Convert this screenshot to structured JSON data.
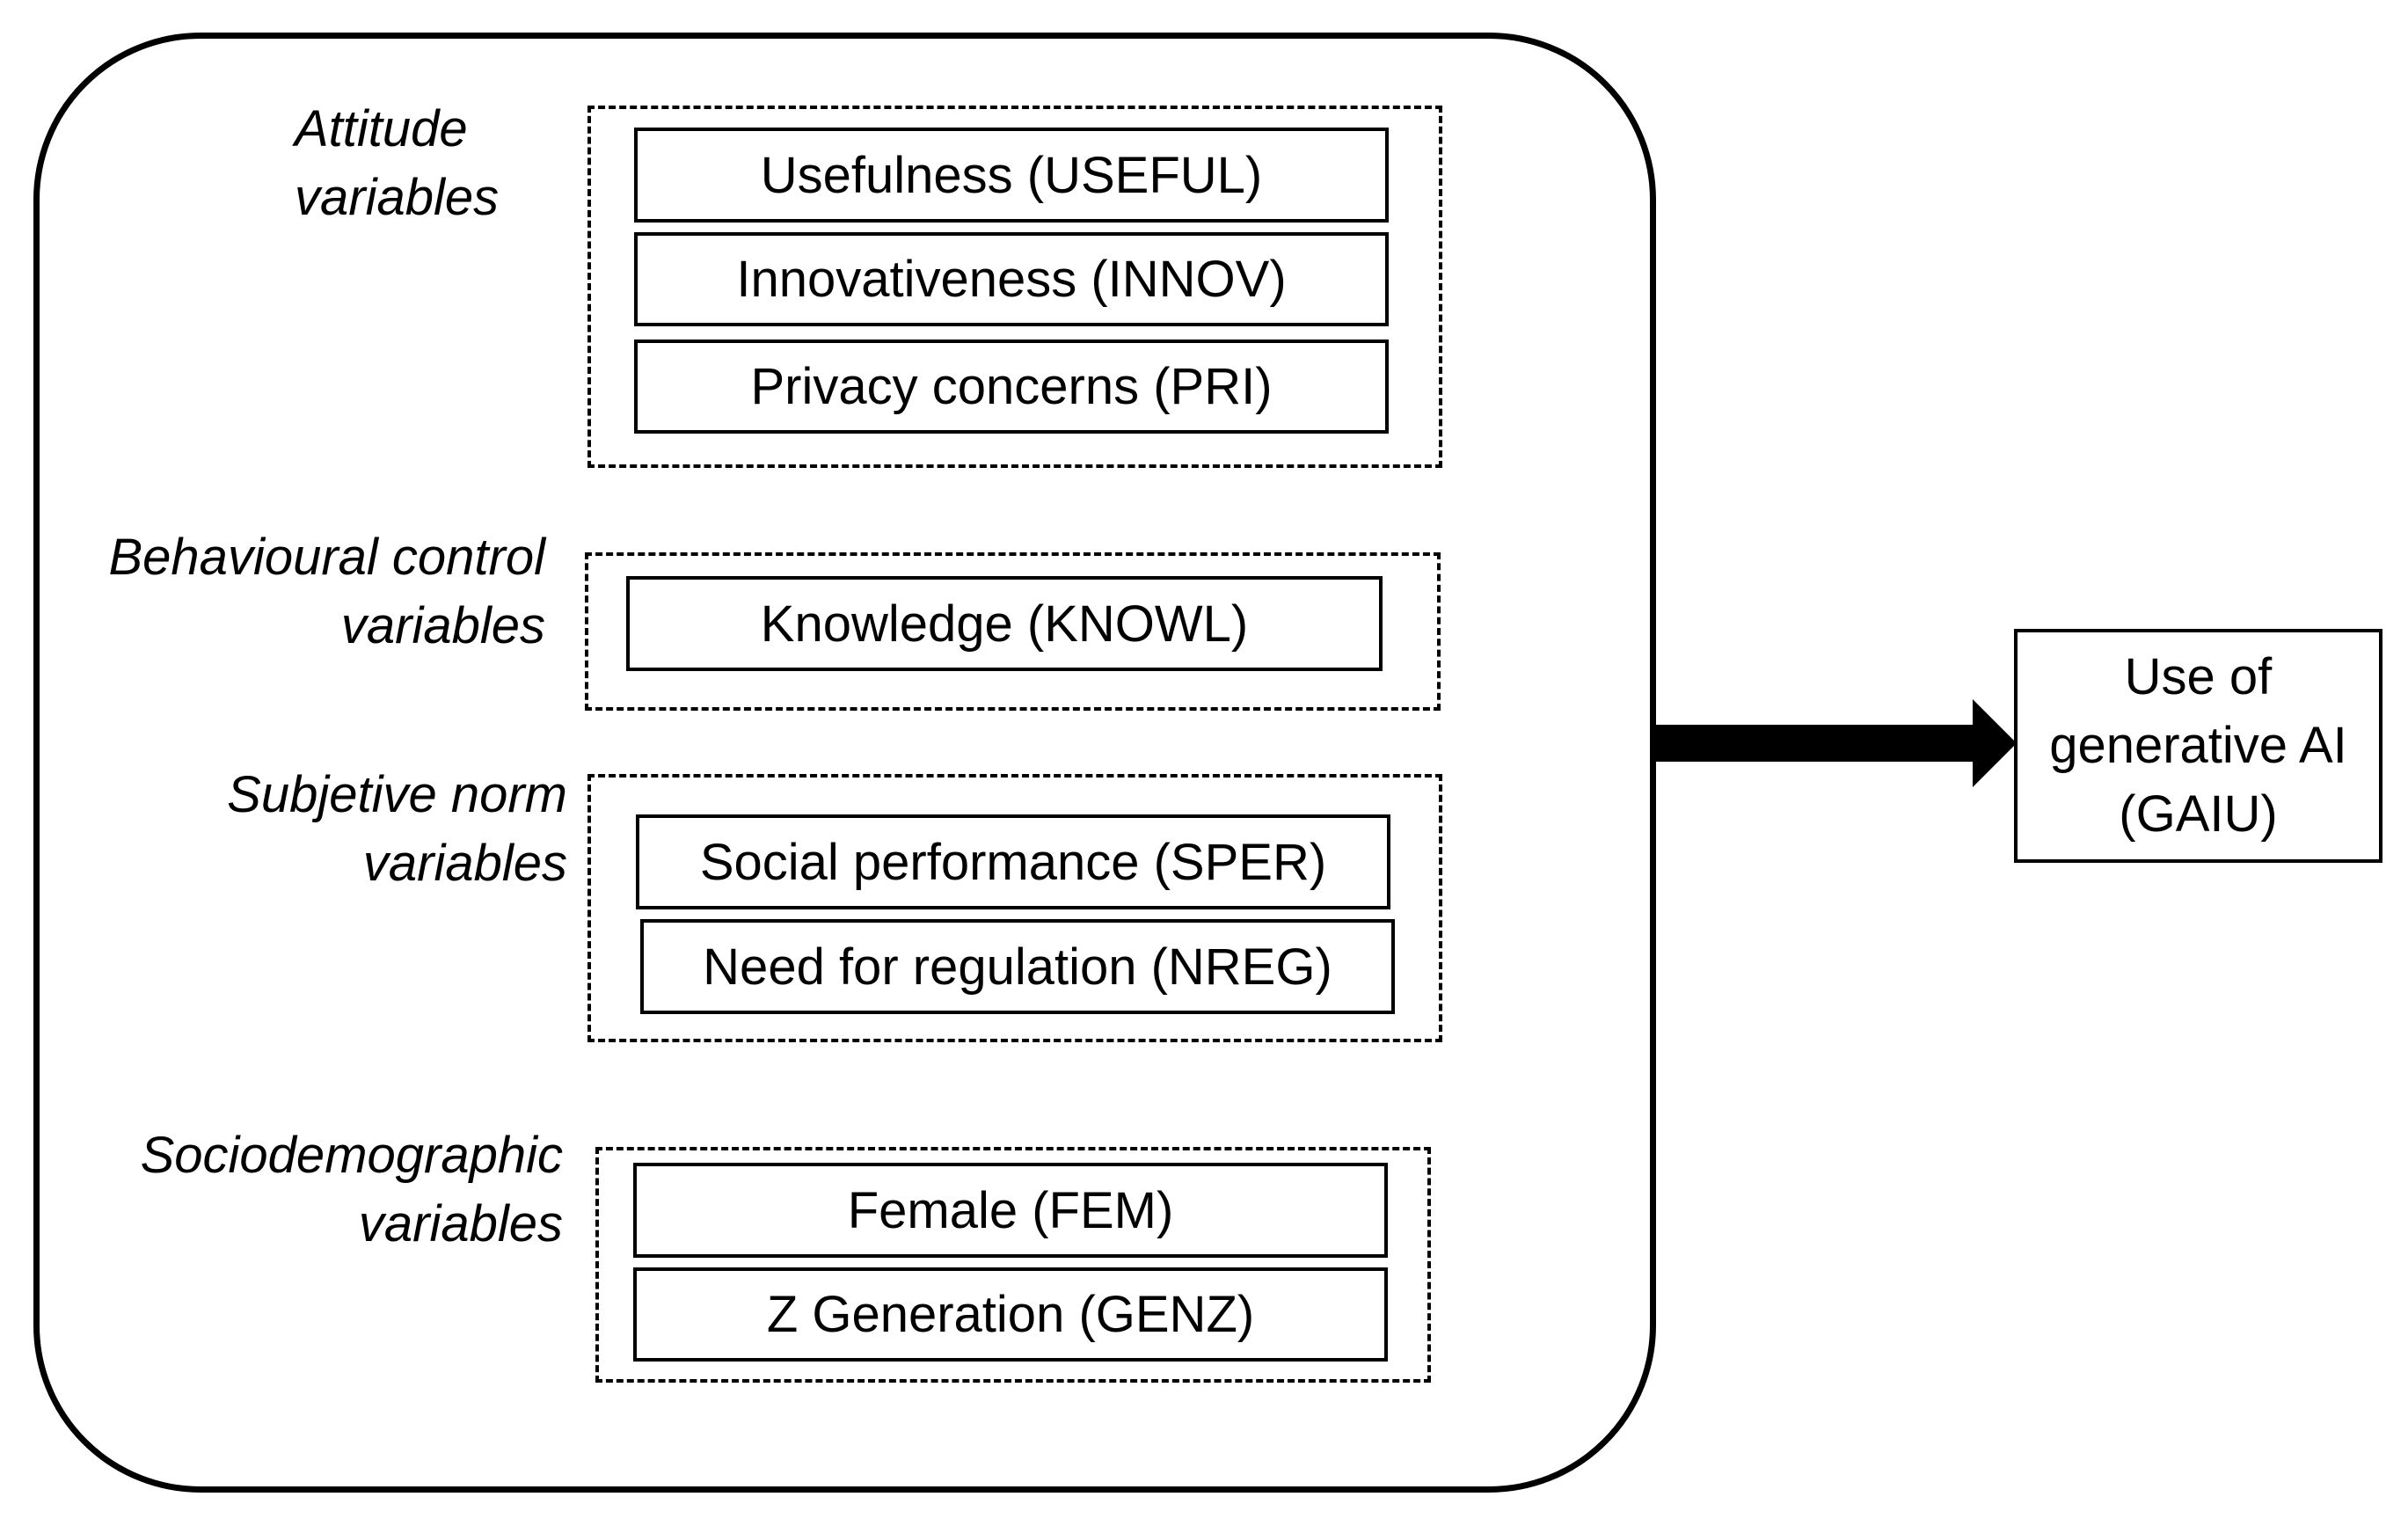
{
  "groups": [
    {
      "label_lines": [
        "Attitude",
        "variables"
      ],
      "items": [
        "Usefulness (USEFUL)",
        "Innovativeness (INNOV)",
        "Privacy concerns (PRI)"
      ]
    },
    {
      "label_lines": [
        "Behavioural control",
        "variables"
      ],
      "items": [
        "Knowledge (KNOWL)"
      ]
    },
    {
      "label_lines": [
        "Subjetive norm",
        "variables"
      ],
      "items": [
        "Social performance (SPER)",
        "Need for regulation (NREG)"
      ]
    },
    {
      "label_lines": [
        "Sociodemographic",
        "variables"
      ],
      "items": [
        "Female (FEM)",
        "Z Generation (GENZ)"
      ]
    }
  ],
  "outcome": {
    "lines": [
      "Use of",
      "generative AI",
      "(GAIU)"
    ]
  },
  "colors": {
    "stroke": "#000000",
    "background": "#ffffff"
  }
}
